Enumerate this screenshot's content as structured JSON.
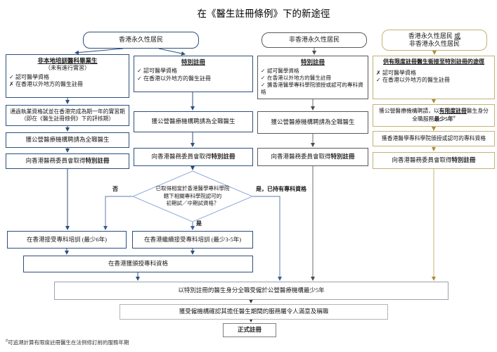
{
  "title": "在《醫生註冊條例》下的新途徑",
  "colors": {
    "navy": "#2d4f7c",
    "light_blue": "#8faadc",
    "gray": "#595959",
    "gold": "#c3b27a"
  },
  "headers": {
    "h1": "香港永久性居民",
    "h2": "非香港永久性居民",
    "h3_pre": "香港永久性居民 ",
    "h3_or": "或",
    "h3_line2": "非香港永久性居民"
  },
  "col1": {
    "title": "非本地培訓醫科畢業生",
    "subtitle": "（未有進行實習）",
    "check1_mark": "✓",
    "check1_text": "認可醫學資格",
    "check2_mark": "✗",
    "check2_text": "在香港以外地方的醫生註冊",
    "step2_line1": "通過執業資格試並在香港完成為期一年的實習期",
    "step2_line2": "（即在《醫生註冊條例》下的評核期）",
    "step3": "獲公營醫療機構聘請為全職醫生",
    "step4_pre": "向香港醫務委員會取得",
    "step4_bold": "特別註冊"
  },
  "col2": {
    "title": "特別註冊",
    "check1_mark": "✓",
    "check1_text": "認可醫學資格",
    "check2_mark": "✓",
    "check2_text": "在香港以外地方的醫生註冊",
    "step2": "獲公營醫療機構聘請為全職醫生",
    "step3_pre": "向香港醫務委員會取得",
    "step3_bold": "特別註冊"
  },
  "col3": {
    "title": "特別註冊",
    "check1_mark": "✓",
    "check1_text": "認可醫學資格",
    "check2_mark": "✓",
    "check2_text": "在香港以外地方的醫生註冊",
    "check3_mark": "✓",
    "check3_text": "獲香港醫學專科學院頒授或認可的專科資格",
    "step2": "獲公營醫療機構聘請為全職醫生",
    "step3_pre": "向香港醫務委員會取得",
    "step3_bold": "特別註冊"
  },
  "col4": {
    "title": "供有限度註冊醫生銜接至特別註冊的途徑",
    "check1_mark": "✗",
    "check1_text": "認可醫學資格",
    "check2_mark": "✓",
    "check2_text": "在香港以外地方的醫生註冊",
    "step2_pre": "獲公營醫療機構聘請，以",
    "step2_bu": "有限度註冊",
    "step2_mid": "醫生身分",
    "step2_line2_pre": "全職服務",
    "step2_line2_bold": "最少5年",
    "step2_sup": "#",
    "step3": "獲香港醫學專科學院頒授或認可的專科資格",
    "step4_pre": "向香港醫務委員會取得",
    "step4_bold": "特別註冊"
  },
  "decision": {
    "line1": "已取得相當於香港醫學專科學院",
    "line2": "轄下相關專科學院認可的",
    "line3": "初期試／中期試資格？",
    "label_no": "否",
    "label_yes": "是",
    "label_yes_specialist": "是，已持有專科資格"
  },
  "bottom": {
    "train6": "在香港接受專科培訓 (最少6年)",
    "train35": "在香港繼續接受專科培訓 (最少3-5年)",
    "specialist": "在香港獲頒授專科資格",
    "employ5": "以特別註冊的醫生身分全職受僱於公營醫療機構最少5年",
    "confirm": "獲受僱機構確認其擔任醫生期間的服務屬令人滿意及稱職",
    "full": "正式註冊"
  },
  "footnote": {
    "sup": "#",
    "text": "可追溯計算有限度註冊醫生在法例修訂前的服務年期"
  }
}
